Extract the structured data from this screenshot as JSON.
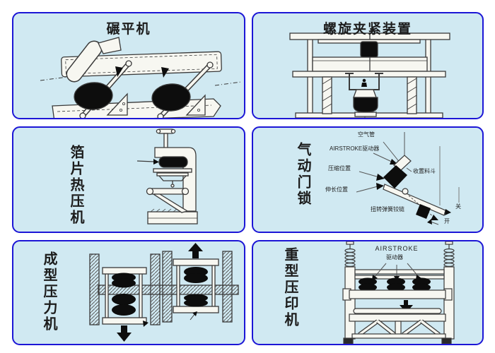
{
  "colors": {
    "page_bg": "#ffffff",
    "panel_bg": "#d0e9f2",
    "panel_border": "#1c16d6",
    "ink": "#3a3a3a",
    "fill_light": "#f7f7f1",
    "fill_black": "#0d0d0d"
  },
  "panels": {
    "flattener": {
      "title": "碾平机"
    },
    "screw_clamp": {
      "title": "螺旋夹紧装置"
    },
    "foil_press": {
      "title": "箔片热压机"
    },
    "door_lock": {
      "title": "气动门锁",
      "labels": {
        "air_line": "空气管",
        "actuator": "AIRSTROKE驱动器",
        "compressed": "压缩位置",
        "extended": "伸长位置",
        "hopper_door": "收置料斗",
        "torsion_hinge": "扭转弹簧铰链",
        "closed": "关",
        "open": "开"
      }
    },
    "forming_press": {
      "title": "成型压力机"
    },
    "heavy_stamper": {
      "title": "重型压印机",
      "labels": {
        "airstroke": "AIRSTROKE",
        "actuator": "驱动器"
      }
    }
  }
}
